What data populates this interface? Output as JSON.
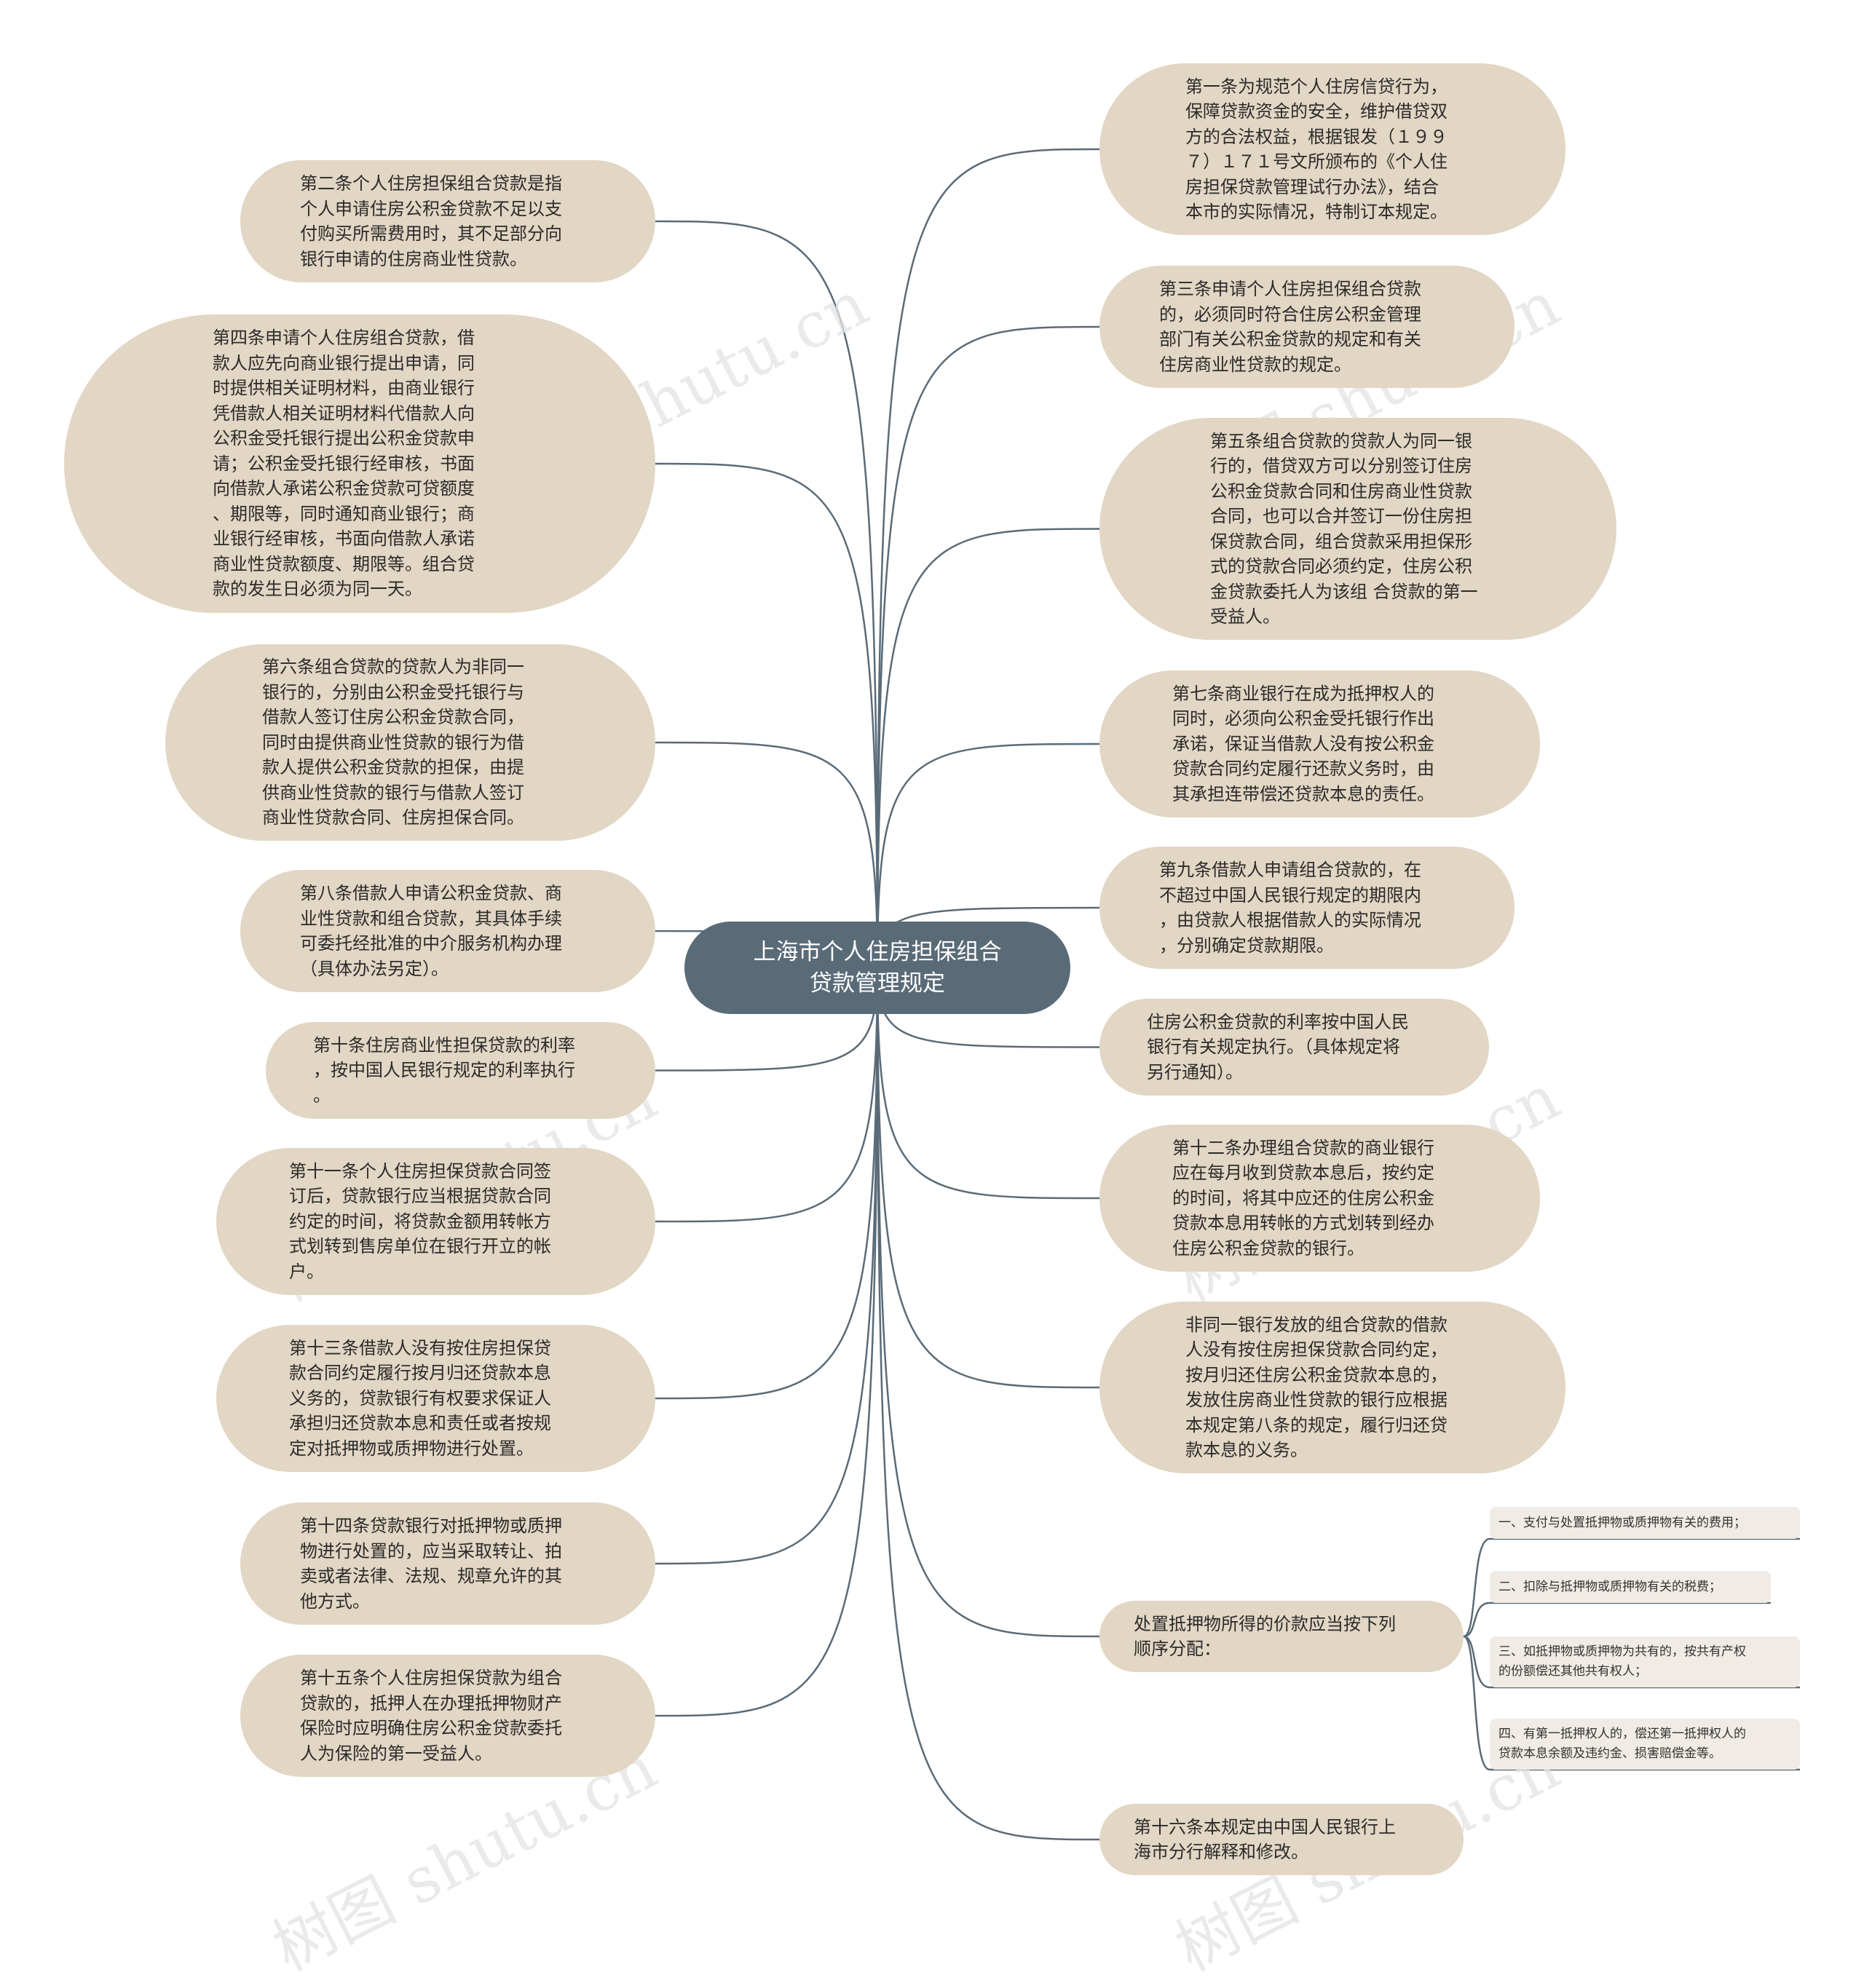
{
  "root": {
    "label": "上海市个人住房担保组合\n贷款管理规定"
  },
  "left": [
    {
      "text": "第二条个人住房担保组合贷款是指\n个人申请住房公积金贷款不足以支\n付购买所需费用时，其不足部分向\n银行申请的住房商业性贷款。"
    },
    {
      "text": "第四条申请个人住房组合贷款，借\n款人应先向商业银行提出申请，同\n时提供相关证明材料，由商业银行\n凭借款人相关证明材料代借款人向\n公积金受托银行提出公积金贷款申\n请；公积金受托银行经审核，书面\n向借款人承诺公积金贷款可贷额度\n、期限等，同时通知商业银行；商\n业银行经审核，书面向借款人承诺\n商业性贷款额度、期限等。组合贷\n款的发生日必须为同一天。"
    },
    {
      "text": "第六条组合贷款的贷款人为非同一\n银行的，分别由公积金受托银行与\n借款人签订住房公积金贷款合同，\n同时由提供商业性贷款的银行为借\n款人提供公积金贷款的担保，由提\n供商业性贷款的银行与借款人签订\n商业性贷款合同、住房担保合同。"
    },
    {
      "text": "第八条借款人申请公积金贷款、商\n业性贷款和组合贷款，其具体手续\n可委托经批准的中介服务机构办理\n（具体办法另定）。"
    },
    {
      "text": "第十条住房商业性担保贷款的利率\n，按中国人民银行规定的利率执行\n。"
    },
    {
      "text": "第十一条个人住房担保贷款合同签\n订后，贷款银行应当根据贷款合同\n约定的时间，将贷款金额用转帐方\n式划转到售房单位在银行开立的帐\n户。"
    },
    {
      "text": "第十三条借款人没有按住房担保贷\n款合同约定履行按月归还贷款本息\n义务的，贷款银行有权要求保证人\n承担归还贷款本息和责任或者按规\n定对抵押物或质押物进行处置。"
    },
    {
      "text": "第十四条贷款银行对抵押物或质押\n物进行处置的，应当采取转让、拍\n卖或者法律、法规、规章允许的其\n他方式。"
    },
    {
      "text": "第十五条个人住房担保贷款为组合\n贷款的，抵押人在办理抵押物财产\n保险时应明确住房公积金贷款委托\n人为保险的第一受益人。"
    }
  ],
  "right": [
    {
      "text": "第一条为规范个人住房信贷行为，\n保障贷款资金的安全，维护借贷双\n方的合法权益，根据银发（１９９\n７）１７１号文所颁布的《个人住\n房担保贷款管理试行办法》，结合\n本市的实际情况，特制订本规定。"
    },
    {
      "text": "第三条申请个人住房担保组合贷款\n的，必须同时符合住房公积金管理\n部门有关公积金贷款的规定和有关\n住房商业性贷款的规定。"
    },
    {
      "text": "第五条组合贷款的贷款人为同一银\n行的，借贷双方可以分别签订住房\n公积金贷款合同和住房商业性贷款\n合同，也可以合并签订一份住房担\n保贷款合同，组合贷款采用担保形\n式的贷款合同必须约定，住房公积\n金贷款委托人为该组 合贷款的第一\n受益人。"
    },
    {
      "text": "第七条商业银行在成为抵押权人的\n同时，必须向公积金受托银行作出\n承诺，保证当借款人没有按公积金\n贷款合同约定履行还款义务时，由\n其承担连带偿还贷款本息的责任。"
    },
    {
      "text": "第九条借款人申请组合贷款的，在\n不超过中国人民银行规定的期限内\n，由贷款人根据借款人的实际情况\n，分别确定贷款期限。"
    },
    {
      "text": "住房公积金贷款的利率按中国人民\n银行有关规定执行。（具体规定将\n另行通知）。"
    },
    {
      "text": "第十二条办理组合贷款的商业银行\n应在每月收到贷款本息后，按约定\n的时间，将其中应还的住房公积金\n贷款本息用转帐的方式划转到经办\n住房公积金贷款的银行。"
    },
    {
      "text": "非同一银行发放的组合贷款的借款\n人没有按住房担保贷款合同约定，\n按月归还住房公积金贷款本息的，\n发放住房商业性贷款的银行应根据\n本规定第八条的规定，履行归还贷\n款本息的义务。"
    },
    {
      "text": "处置抵押物所得的价款应当按下列\n顺序分配："
    },
    {
      "text": "第十六条本规定由中国人民银行上\n海市分行解释和修改。"
    }
  ],
  "sub": [
    {
      "text": "一、支付与处置抵押物或质押物有关的费用；"
    },
    {
      "text": "二、扣除与抵押物或质押物有关的税费；"
    },
    {
      "text": "三、如抵押物或质押物为共有的，按共有产权\n的份额偿还其他共有权人；"
    },
    {
      "text": "四、有第一抵押权人的，偿还第一抵押权人的\n贷款本息余额及违约金、损害赔偿金等。"
    }
  ],
  "watermark": "树图 shutu.cn",
  "colors": {
    "node": "#e2d6c4",
    "root": "#5a6b78",
    "edge": "#5a6b78",
    "leaf": "#f0ebe4"
  }
}
